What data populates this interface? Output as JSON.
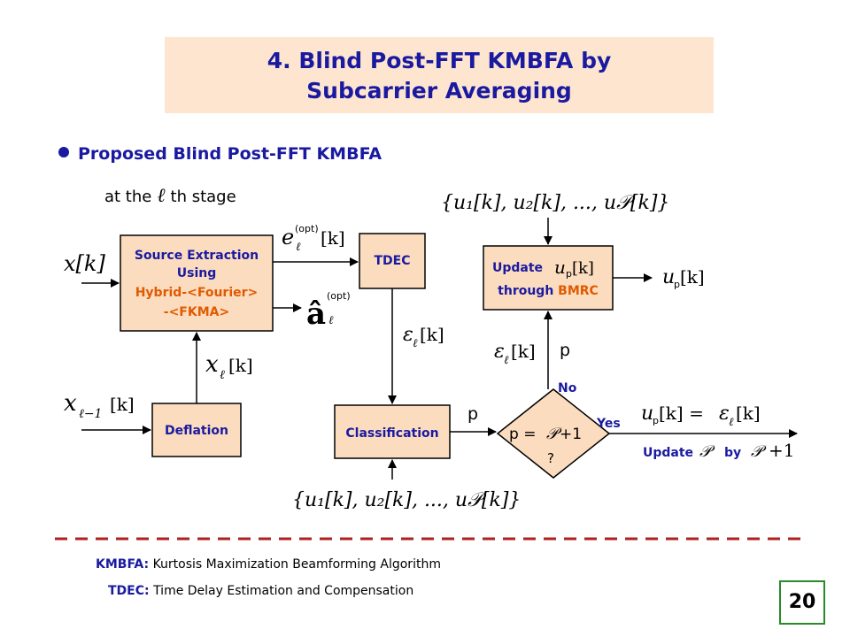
{
  "title": {
    "line1": "4. Blind Post-FFT KMBFA by",
    "line2": "Subcarrier Averaging"
  },
  "bullet": "Proposed Blind Post-FFT KMBFA",
  "stage": {
    "prefix": "at the",
    "symbol": "ℓ",
    "suffix": "th stage"
  },
  "boxes": {
    "source_extraction": {
      "line1": "Source Extraction",
      "line2": "Using",
      "line3": "Hybrid-<Fourier>",
      "line4": "-<FKMA>"
    },
    "tdec": "TDEC",
    "deflation": "Deflation",
    "classification": "Classification",
    "update_box": {
      "line1": "Update",
      "line2_prefix": "through ",
      "line2_accent": "BMRC"
    },
    "decision": {
      "lhs": "p = ",
      "rhs": " +1",
      "q": "?"
    }
  },
  "labels": {
    "x_k": "x[k]",
    "e_opt": "[k]",
    "a_hat": "â",
    "x_ell_k": "[k]",
    "x_ell_minus": "[k]",
    "eps_k": "[k]",
    "eps_k2": "[k]",
    "p_left": "p",
    "p_up": "p",
    "no": "No",
    "yes": "Yes",
    "up_out": "[k]",
    "up_assign": "[k] = ",
    "update_P": "Update",
    "by": "by",
    "plus1": "+1",
    "top_set": "{u₁[k], u₂[k], ..., u𝒫[k]}",
    "bottom_set": "{u₁[k], u₂[k], ..., u𝒫[k]}"
  },
  "legend": [
    {
      "abbr": "KMBFA:",
      "text": "Kurtosis Maximization Beamforming Algorithm"
    },
    {
      "abbr": "TDEC:",
      "text": "Time Delay Estimation and Compensation"
    }
  ],
  "slide_number": "20",
  "colors": {
    "box_fill": "#fcdcbf",
    "title_fill": "#fde5cf",
    "accent": "#1a1aa0",
    "orange": "#e05a00",
    "dash": "#b02020"
  }
}
